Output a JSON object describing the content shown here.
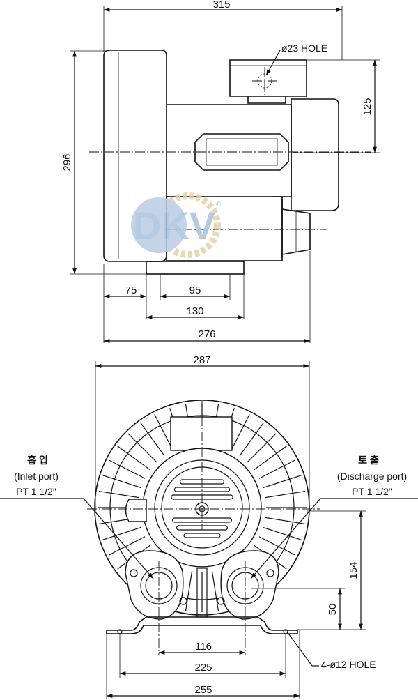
{
  "dimensions": {
    "top_width": "315",
    "side_height": "296",
    "hole_diameter": "ø23 HOLE",
    "right_height": "125",
    "base_offset": "75",
    "base_inner": "95",
    "base_outer": "130",
    "overall_length": "276",
    "front_width": "287",
    "port_height": "154",
    "port_center": "50",
    "port_spacing": "116",
    "foot_spacing": "225",
    "foot_width": "255",
    "mount_holes": "4-ø12 HOLE"
  },
  "ports": {
    "inlet_korean": "흡 입",
    "inlet_name": "(Inlet port)",
    "inlet_thread": "PT 1 1/2\"",
    "discharge_korean": "토 출",
    "discharge_name": "(Discharge port)",
    "discharge_thread": "PT 1 1/2\""
  },
  "logo": {
    "text": "DKV",
    "registered": "®",
    "colors": {
      "globe": "#b9cde6",
      "letters": "#a9c1df",
      "gear": "#e7d2a6"
    }
  }
}
